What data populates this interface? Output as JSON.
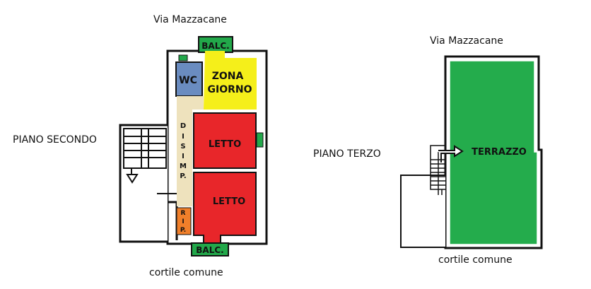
{
  "floor2": {
    "title": "PIANO SECONDO",
    "street_label": "Via Mazzacane",
    "courtyard_label": "cortile comune",
    "rooms": {
      "balcony_top": "BALC.",
      "wc": "WC",
      "living_line1": "ZONA",
      "living_line2": "GIORNO",
      "hall_letters": [
        "D",
        "I",
        "S",
        "I",
        "M",
        "P."
      ],
      "bedroom1": "LETTO",
      "bedroom2": "LETTO",
      "storage_letters": [
        "R",
        "I",
        "P."
      ],
      "balcony_bottom": "BALC."
    }
  },
  "floor3": {
    "title": "PIANO TERZO",
    "street_label": "Via Mazzacane",
    "courtyard_label": "cortile comune",
    "rooms": {
      "terrace": "TERRAZZO"
    }
  },
  "colors": {
    "balcony": "#22a84a",
    "wc": "#6a8cc0",
    "living": "#f5ef1a",
    "bedroom": "#e8262a",
    "hall": "#eee2bd",
    "storage": "#f07f2a",
    "terrace": "#24ac4c",
    "wall": "#111111"
  }
}
